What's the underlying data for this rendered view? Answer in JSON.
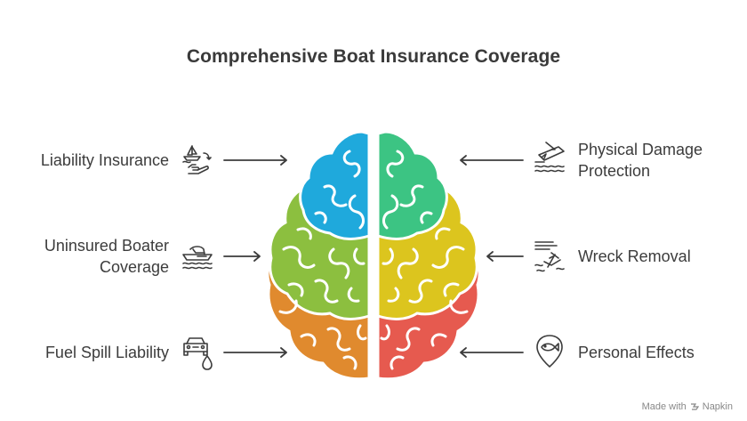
{
  "title": "Comprehensive Boat Insurance Coverage",
  "left_items": [
    {
      "label_lines": [
        "Liability Insurance"
      ],
      "icon": "boat-hand-icon"
    },
    {
      "label_lines": [
        "Uninsured Boater",
        "Coverage"
      ],
      "icon": "boat-waves-icon"
    },
    {
      "label_lines": [
        "Fuel Spill Liability"
      ],
      "icon": "car-fuel-drop-icon"
    }
  ],
  "right_items": [
    {
      "label_lines": [
        "Physical Damage",
        "Protection"
      ],
      "icon": "boat-damage-icon"
    },
    {
      "label_lines": [
        "Wreck Removal"
      ],
      "icon": "shipwreck-icon"
    },
    {
      "label_lines": [
        "Personal Effects"
      ],
      "icon": "location-fish-icon"
    }
  ],
  "brain_colors": {
    "left_top": "#1fa9dc",
    "left_middle": "#8cbf3f",
    "left_bottom": "#e08a2e",
    "right_top": "#3cc483",
    "right_middle": "#dcc51e",
    "right_bottom": "#e65a4f"
  },
  "footer": {
    "made_with": "Made with",
    "brand": "Napkin"
  }
}
